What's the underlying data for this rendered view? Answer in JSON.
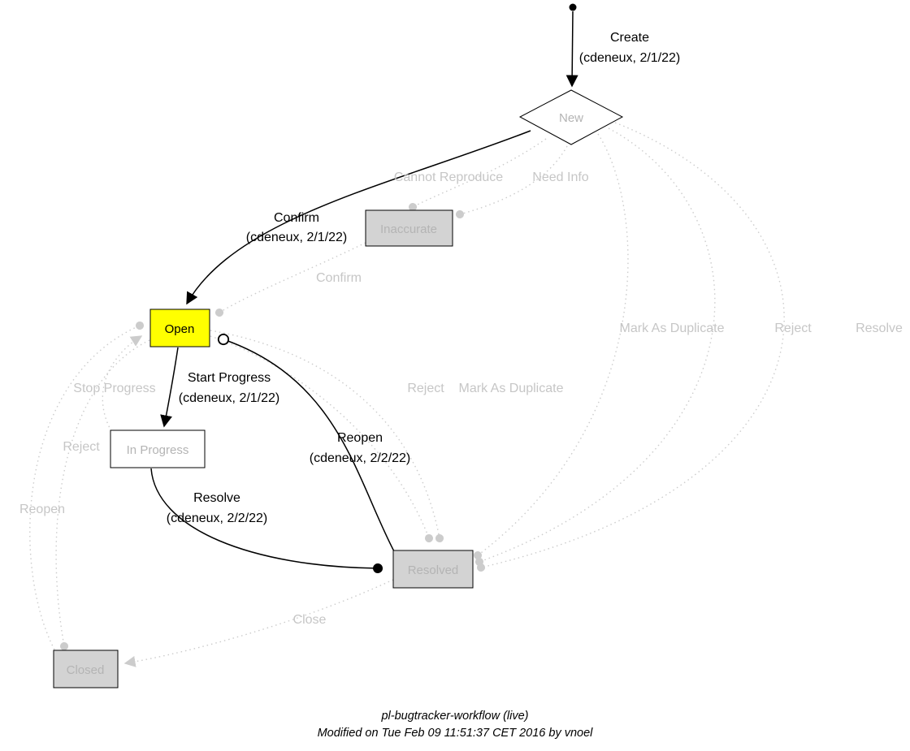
{
  "diagram": {
    "caption": {
      "line1": "pl-bugtracker-workflow (live)",
      "line2": "Modified on Tue Feb 09 11:51:37 CET 2016 by vnoel"
    },
    "colors": {
      "active_fill": "#ffff00",
      "inactive_fill": "#d3d3d3",
      "plain_fill": "#ffffff",
      "muted_text": "#b4b4b4",
      "muted_edge": "#cccccc",
      "active_edge": "#000000"
    },
    "nodes": {
      "new": {
        "label": "New"
      },
      "inaccurate": {
        "label": "Inaccurate"
      },
      "open": {
        "label": "Open"
      },
      "in_progress": {
        "label": "In Progress"
      },
      "resolved": {
        "label": "Resolved"
      },
      "closed": {
        "label": "Closed"
      }
    },
    "edges": {
      "create": {
        "label": "Create",
        "sub": "(cdeneux, 2/1/22)"
      },
      "confirm_new_to_open": {
        "label": "Confirm",
        "sub": "(cdeneux, 2/1/22)"
      },
      "cannot_reproduce": {
        "label": "Cannot Reproduce"
      },
      "need_info": {
        "label": "Need Info"
      },
      "confirm_inaccurate_to_open": {
        "label": "Confirm"
      },
      "start_progress": {
        "label": "Start Progress",
        "sub": "(cdeneux, 2/1/22)"
      },
      "stop_progress": {
        "label": "Stop Progress"
      },
      "reject_open_to_closed": {
        "label": "Reject"
      },
      "reopen_closed_to_open": {
        "label": "Reopen"
      },
      "resolve_in_progress_to_resolved": {
        "label": "Resolve",
        "sub": "(cdeneux, 2/2/22)"
      },
      "reopen_resolved_to_open": {
        "label": "Reopen",
        "sub": "(cdeneux, 2/2/22)"
      },
      "reject_open_to_resolved": {
        "label": "Reject"
      },
      "mark_as_duplicate_open_to_resolved": {
        "label": "Mark As Duplicate"
      },
      "mark_as_duplicate_new_to_resolved": {
        "label": "Mark As Duplicate"
      },
      "reject_new_to_resolved": {
        "label": "Reject"
      },
      "resolve_new_to_resolved": {
        "label": "Resolve"
      },
      "close": {
        "label": "Close"
      }
    }
  }
}
